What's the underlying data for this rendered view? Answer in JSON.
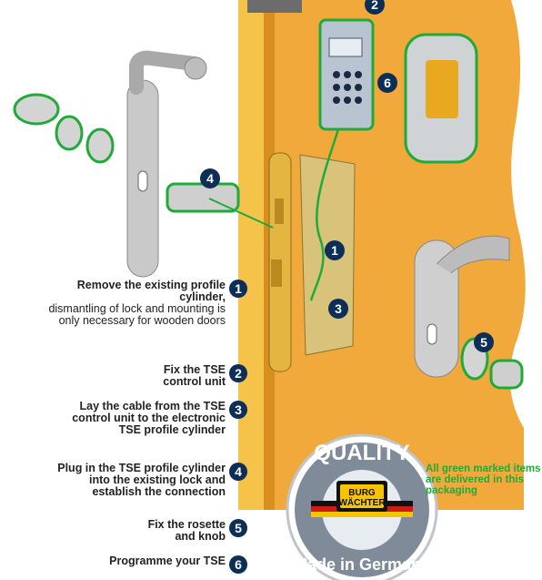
{
  "steps": [
    {
      "num": "1",
      "bold": "Remove the existing profile cylinder,",
      "rest": "dismantling of lock and mounting is only necessary for wooden doors"
    },
    {
      "num": "2",
      "bold": "Fix the TSE control unit",
      "rest": ""
    },
    {
      "num": "3",
      "bold": "Lay the cable from the TSE control unit to the electronic TSE profile cylinder",
      "rest": ""
    },
    {
      "num": "4",
      "bold": "Plug in the TSE profile cylinder into the existing lock and establish the connection",
      "rest": ""
    },
    {
      "num": "5",
      "bold": "Fix the rosette and knob",
      "rest": ""
    },
    {
      "num": "6",
      "bold": "Programme your TSE",
      "rest": ""
    }
  ],
  "callouts": [
    "2",
    "6",
    "4",
    "1",
    "3",
    "5"
  ],
  "note": "All green marked items are delivered in this packaging",
  "seal": {
    "top": "QUALITY",
    "brand_line1": "BURG",
    "brand_line2": "WÄCHTER",
    "bottom": "Made in Germany"
  },
  "colors": {
    "door": "#f2a93b",
    "frame": "#f5c24a",
    "green": "#1faa3a",
    "badge": "#0d2f57",
    "metal": "#c9c9c9"
  }
}
